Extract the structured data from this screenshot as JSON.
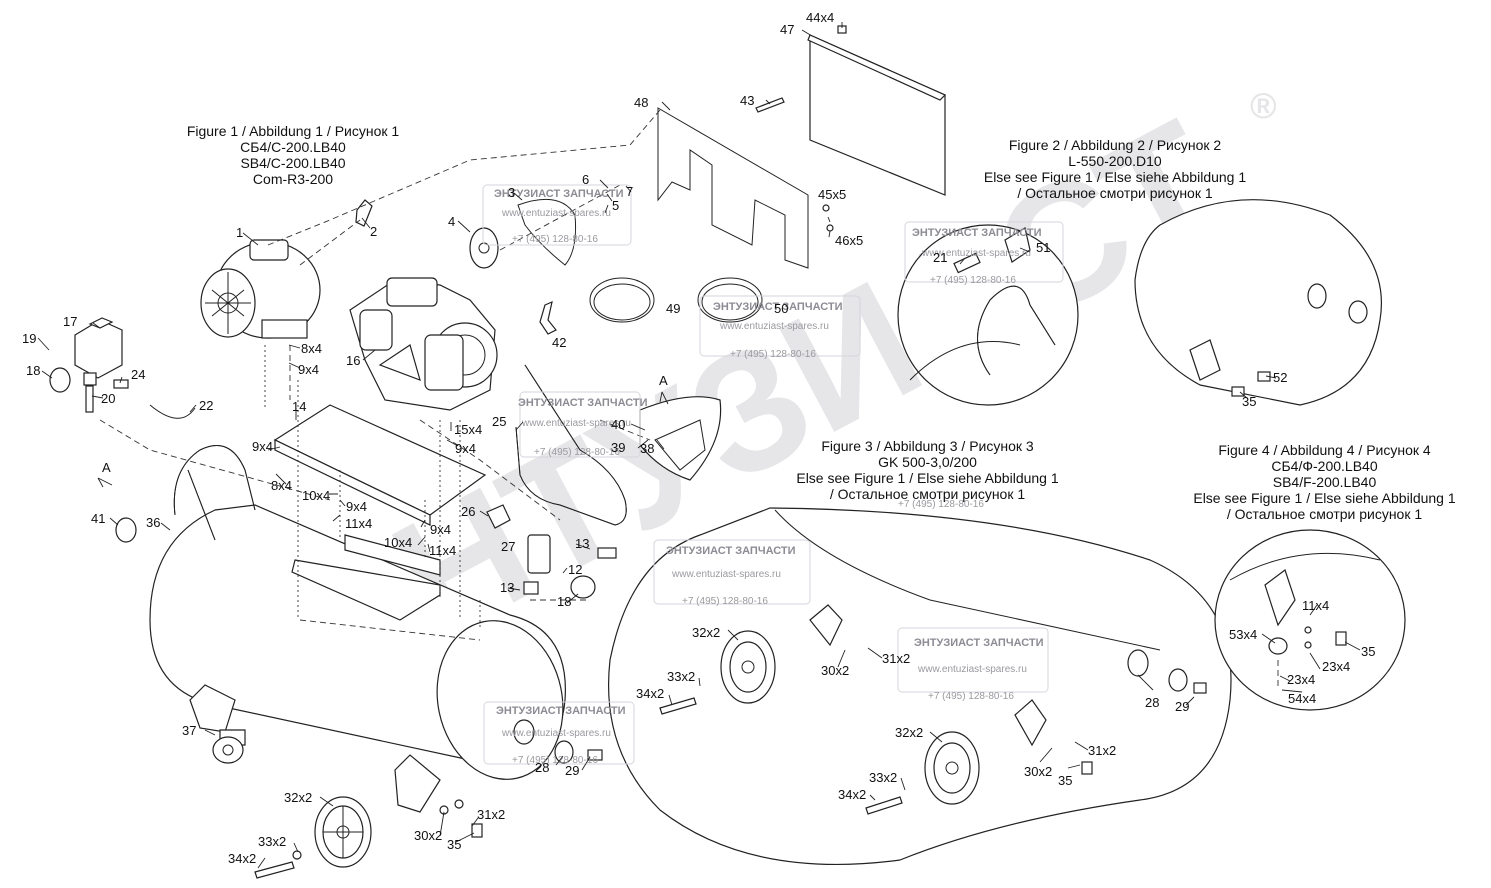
{
  "watermark": {
    "brand": "ЭНТУЗИАСТ ЗАПЧАСТИ",
    "url": "www.entuziast-spares.ru",
    "phone": "+7 (495) 128-80-16",
    "big_text": "ЭНТУЗИАСТ",
    "registered": "®"
  },
  "figures": [
    {
      "lines": [
        "Figure 1 / Abbildung 1 / Рисунок 1",
        "СБ4/С-200.LB40",
        "SB4/C-200.LB40",
        "Com-R3-200"
      ]
    },
    {
      "lines": [
        "Figure 2 / Abbildung 2 / Рисунок 2",
        "L-550-200.D10",
        "Else see Figure 1 / Else siehe Abbildung 1",
        "/ Остальное смотри рисунок 1"
      ]
    },
    {
      "lines": [
        "Figure 3 / Abbildung 3 / Рисунок 3",
        "GK 500-3,0/200",
        "Else see Figure 1 / Else siehe Abbildung 1",
        "/ Остальное смотри рисунок 1"
      ]
    },
    {
      "lines": [
        "Figure 4 / Abbildung 4 / Рисунок 4",
        "СБ4/Ф-200.LB40",
        "SB4/F-200.LB40",
        "Else see Figure 1 / Else siehe Abbildung 1",
        "/ Остальное смотри рисунок 1"
      ]
    }
  ],
  "view_marker": "A",
  "part_labels": [
    "1",
    "2",
    "3",
    "4",
    "5",
    "6",
    "7",
    "8x4",
    "9x4",
    "9x4",
    "9x4",
    "9x4",
    "9x4",
    "10x4",
    "10x4",
    "11x4",
    "11x4",
    "12",
    "13",
    "13",
    "14",
    "15x4",
    "16",
    "17",
    "18",
    "18",
    "19",
    "20",
    "21",
    "22",
    "24",
    "25",
    "26",
    "27",
    "28",
    "28",
    "29",
    "29",
    "30x2",
    "30x2",
    "30x2",
    "31x2",
    "31x2",
    "31x2",
    "32x2",
    "32x2",
    "32x2",
    "33x2",
    "33x2",
    "33x2",
    "34x2",
    "34x2",
    "34x2",
    "35",
    "35",
    "35",
    "35",
    "36",
    "37",
    "38",
    "39",
    "40",
    "41",
    "42",
    "43",
    "44x4",
    "45x5",
    "46x5",
    "47",
    "48",
    "49",
    "50",
    "51",
    "52",
    "53x4",
    "54x4",
    "11x4",
    "23x4",
    "23x4",
    "8x4"
  ]
}
